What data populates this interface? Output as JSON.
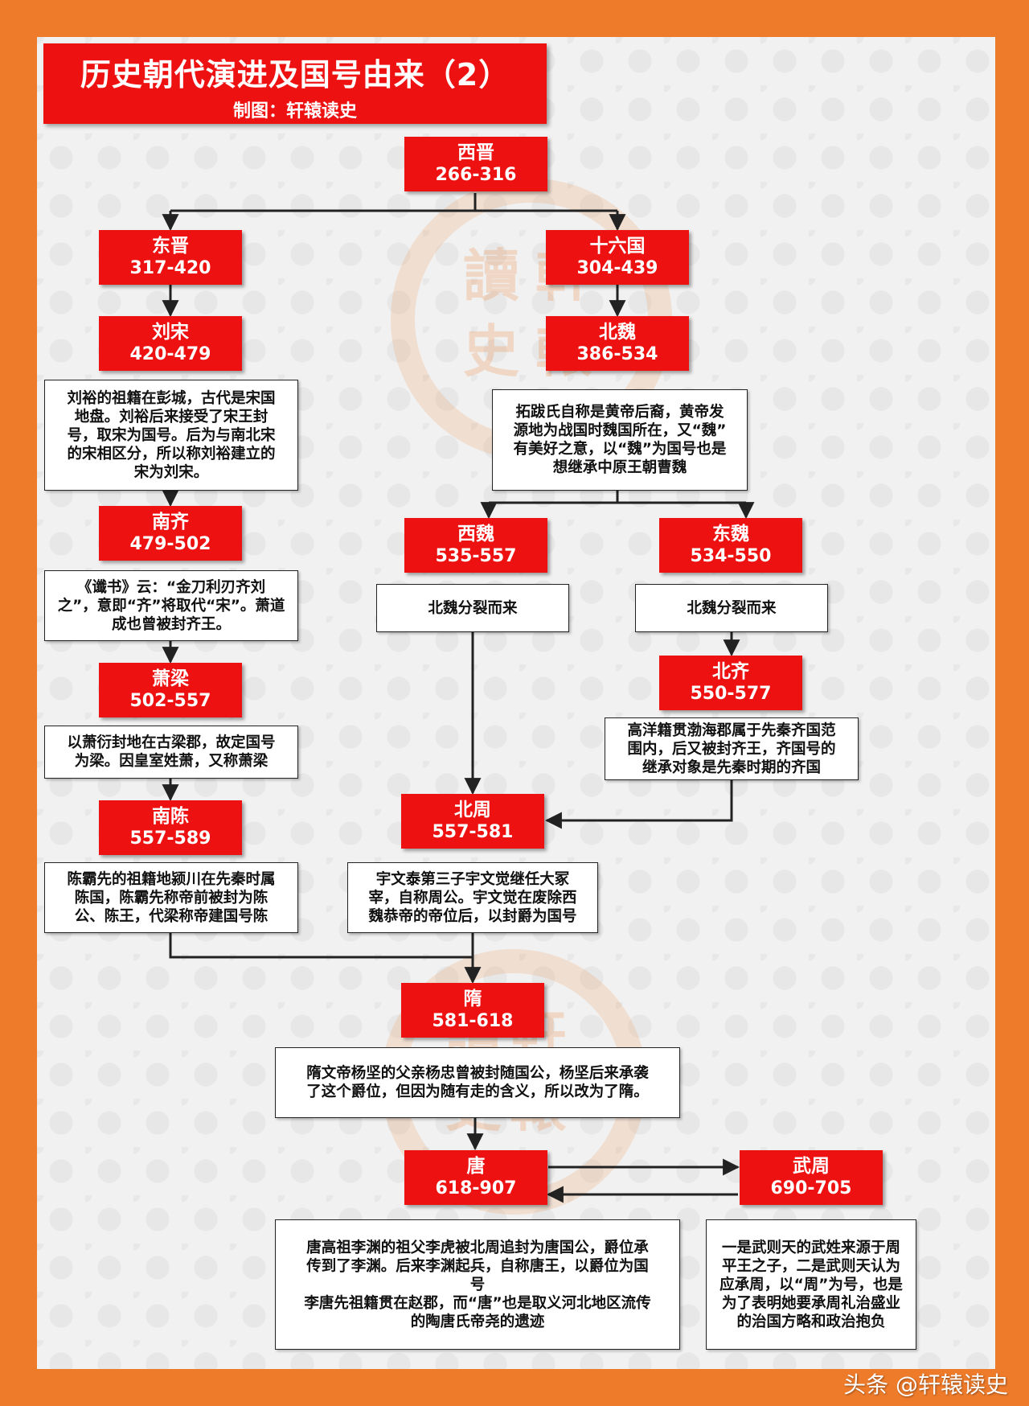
{
  "header": {
    "title": "历史朝代演进及国号由来（2）",
    "credit": "制图：轩辕读史"
  },
  "nodes": {
    "xijin": {
      "name": "西晋",
      "years": "266-316"
    },
    "dongjin": {
      "name": "东晋",
      "years": "317-420"
    },
    "shiliuguo": {
      "name": "十六国",
      "years": "304-439"
    },
    "liusong": {
      "name": "刘宋",
      "years": "420-479"
    },
    "beiwei": {
      "name": "北魏",
      "years": "386-534"
    },
    "nanqi": {
      "name": "南齐",
      "years": "479-502"
    },
    "xiwei": {
      "name": "西魏",
      "years": "535-557"
    },
    "dongwei": {
      "name": "东魏",
      "years": "534-550"
    },
    "xiaoliang": {
      "name": "萧梁",
      "years": "502-557"
    },
    "beiqi": {
      "name": "北齐",
      "years": "550-577"
    },
    "nanchen": {
      "name": "南陈",
      "years": "557-589"
    },
    "beizhou": {
      "name": "北周",
      "years": "557-581"
    },
    "sui": {
      "name": "隋",
      "years": "581-618"
    },
    "tang": {
      "name": "唐",
      "years": "618-907"
    },
    "wuzhou": {
      "name": "武周",
      "years": "690-705"
    }
  },
  "notes": {
    "liusong": [
      "刘裕的祖籍在彭城，古代是宋国",
      "地盘。刘裕后来接受了宋王封",
      "号，取宋为国号。后为与南北宋",
      "的宋相区分，所以称刘裕建立的",
      "宋为刘宋。"
    ],
    "beiwei": [
      "拓跋氏自称是黄帝后裔，黄帝发",
      "源地为战国时魏国所在，又“魏”",
      "有美好之意，以“魏”为国号也是",
      "想继承中原王朝曹魏"
    ],
    "nanqi": [
      "《谶书》云：“金刀利刃齐刘",
      "之”，意即“齐”将取代“宋”。萧道",
      "成也曾被封齐王。"
    ],
    "xiwei": [
      "北魏分裂而来"
    ],
    "dongwei": [
      "北魏分裂而来"
    ],
    "xiaoliang": [
      "以萧衍封地在古梁郡，故定国号",
      "为梁。因皇室姓萧，又称萧梁"
    ],
    "beiqi": [
      "高洋籍贯渤海郡属于先秦齐国范",
      "围内，后又被封齐王，齐国号的",
      "继承对象是先秦时期的齐国"
    ],
    "nanchen": [
      "陈霸先的祖籍地颍川在先秦时属",
      "陈国，陈霸先称帝前被封为陈",
      "公、陈王，代梁称帝建国号陈"
    ],
    "beizhou": [
      "宇文泰第三子宇文觉继任大冢",
      "宰，自称周公。宇文觉在废除西",
      "魏恭帝的帝位后，以封爵为国号"
    ],
    "sui": [
      "隋文帝杨坚的父亲杨忠曾被封随国公，杨坚后来承袭",
      "了这个爵位，但因为随有走的含义，所以改为了隋。"
    ],
    "tang": [
      "唐高祖李渊的祖父李虎被北周追封为唐国公，爵位承",
      "传到了李渊。后来李渊起兵，自称唐王，以爵位为国",
      "号",
      "李唐先祖籍贯在赵郡，而“唐”也是取义河北地区流传",
      "的陶唐氏帝尧的遗迹"
    ],
    "wuzhou": [
      "一是武则天的武姓来源于周",
      "平王之子，二是武则天认为",
      "应承周，以“周”为号，也是",
      "为了表明她要承周礼治盛业",
      "的治国方略和政治抱负"
    ]
  },
  "watermark": {
    "chars": [
      "讀",
      "軒",
      "史",
      "轅"
    ]
  },
  "footer": {
    "text": "头条 @轩辕读史"
  }
}
